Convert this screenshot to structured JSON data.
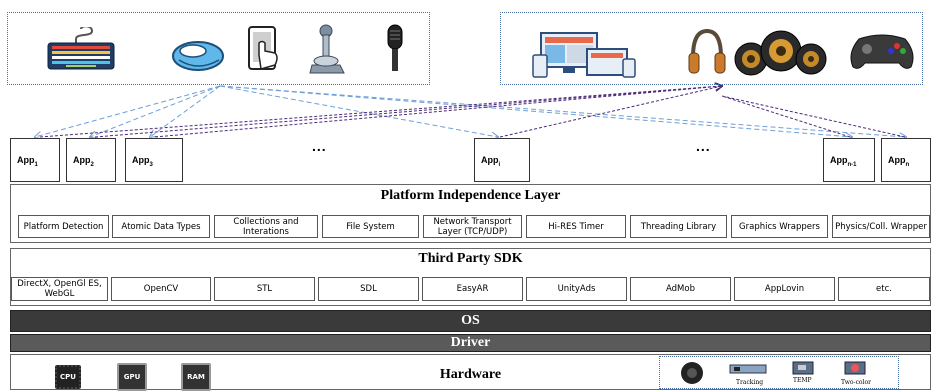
{
  "input_devices": {
    "icons": [
      "keyboard-icon",
      "mouse-icon",
      "touchscreen-icon",
      "joystick-icon",
      "microphone-icon"
    ]
  },
  "output_devices": {
    "icons": [
      "display-devices-icon",
      "headphones-icon",
      "speakers-icon",
      "gamepad-icon"
    ]
  },
  "apps": [
    {
      "base": "App",
      "sub": "1"
    },
    {
      "base": "App",
      "sub": "2"
    },
    {
      "base": "App",
      "sub": "3"
    },
    {
      "base": "App",
      "sub": "i"
    },
    {
      "base": "App",
      "sub": "n-1"
    },
    {
      "base": "App",
      "sub": "n"
    }
  ],
  "ellipsis": "...",
  "platform_layer": {
    "title": "Platform Independence Layer",
    "items": [
      "Platform Detection",
      "Atomic Data Types",
      "Collections and\nInterations",
      "File System",
      "Network Transport\nLayer (TCP/UDP)",
      "Hi-RES Timer",
      "Threading Library",
      "Graphics Wrappers",
      "Physics/Coll. Wrapper"
    ]
  },
  "sdk_layer": {
    "title": "Third Party SDK",
    "items": [
      "DirectX, OpenGl ES,\nWebGL",
      "OpenCV",
      "STL",
      "SDL",
      "EasyAR",
      "UnityAds",
      "AdMob",
      "AppLovin",
      "etc."
    ]
  },
  "os_layer": {
    "title": "OS"
  },
  "driver_layer": {
    "title": "Driver"
  },
  "hardware_layer": {
    "title": "Hardware",
    "chips": [
      "CPU",
      "GPU",
      "RAM"
    ],
    "sensors": [
      "Tracking",
      "TEMP",
      "Two-color"
    ]
  },
  "colors": {
    "input_arrows": "#6f9fd8",
    "output_arrows": "#4b2a7a",
    "os_bg": "#3a3a3a",
    "driver_bg": "#5a5a5a"
  }
}
